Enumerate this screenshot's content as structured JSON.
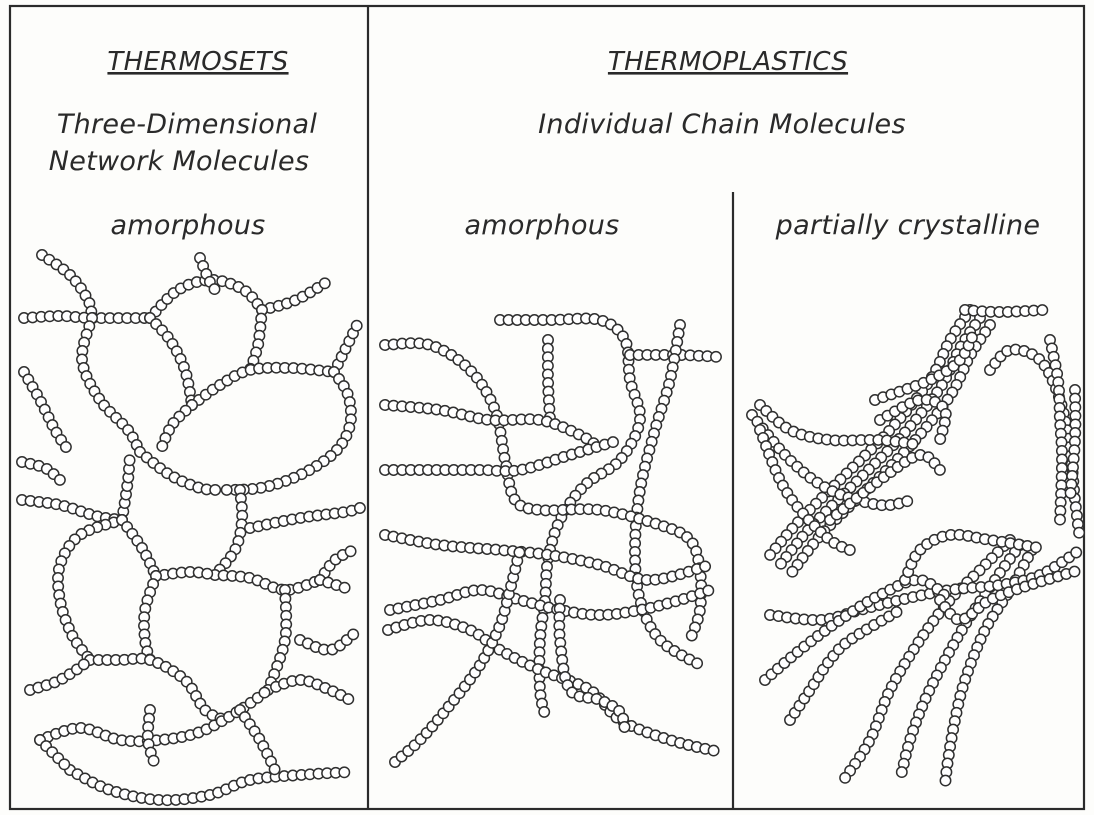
{
  "thermosets": {
    "heading": "THERMOSETS",
    "subtitle_line1": "Three-Dimensional",
    "subtitle_line2": "Network Molecules",
    "state": "amorphous"
  },
  "thermoplastics": {
    "heading": "THERMOPLASTICS",
    "subtitle": "Individual Chain Molecules",
    "state_left": "amorphous",
    "state_right": "partially crystalline"
  },
  "colors": {
    "ink": "#2b2b2b",
    "paper": "#fdfdfb",
    "bead_fill": "#ffffff"
  }
}
